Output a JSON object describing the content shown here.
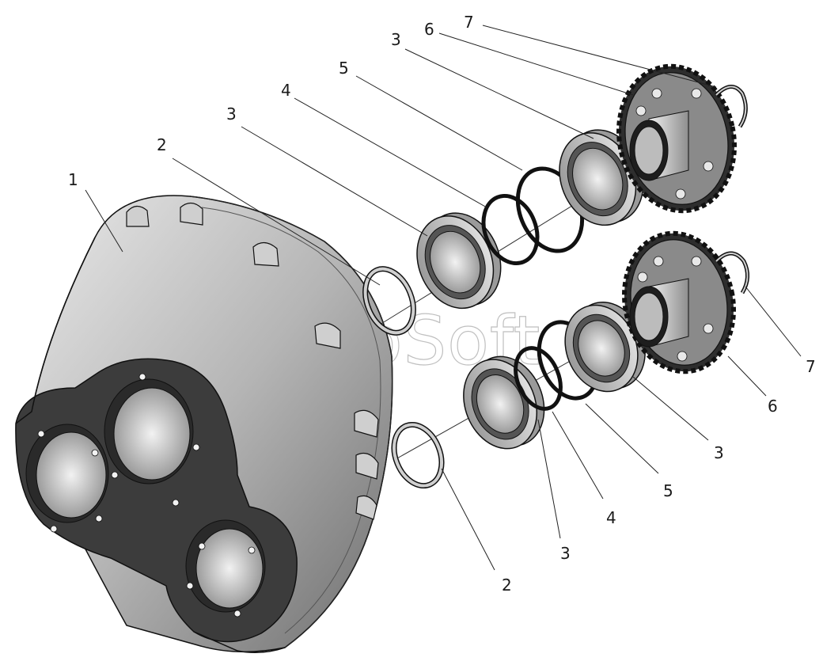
{
  "watermark": "AutoSoft",
  "callouts": {
    "housing": "1",
    "snap_ring_top": "2",
    "bearing_top_inner": "3",
    "spacer_ring_top": "4",
    "lock_ring_top": "5",
    "bearing_top_outer": "3",
    "gear_top": "6",
    "circlip_top": "7",
    "snap_ring_bottom": "2",
    "bearing_bottom_inner": "3",
    "spacer_ring_bottom": "4",
    "lock_ring_bottom": "5",
    "bearing_bottom_outer": "3",
    "gear_bottom": "6",
    "circlip_bottom": "7"
  },
  "colors": {
    "metal_light": "#d9d9d9",
    "metal_mid": "#a6a6a6",
    "metal_dark": "#5a5a5a",
    "face_dark": "#3c3c3c",
    "line": "#111111"
  }
}
